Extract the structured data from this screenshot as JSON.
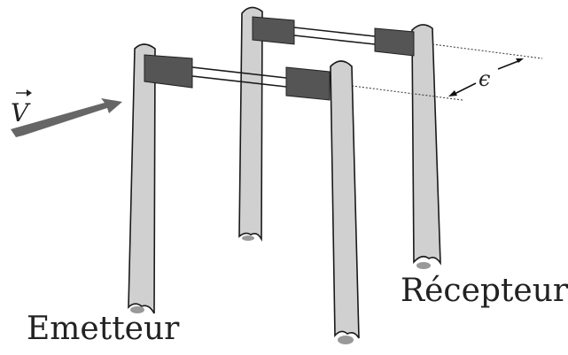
{
  "labels": {
    "emitter": "Emetteur",
    "receiver": "Récepteur",
    "velocity": "V",
    "gap": "ϵ"
  },
  "colors": {
    "post_fill": "#d0d0d0",
    "block_fill": "#555555",
    "arrow_fill": "#666666",
    "outline": "#1a1a1a"
  }
}
